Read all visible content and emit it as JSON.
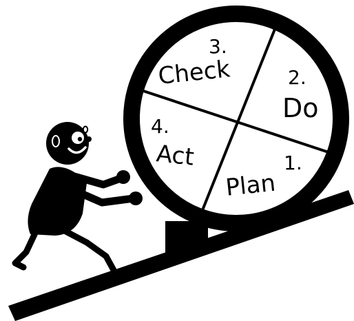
{
  "colors": {
    "ink": "#000000",
    "paper": "#ffffff"
  },
  "cycle": {
    "segments": [
      {
        "number": "1.",
        "label": "Plan"
      },
      {
        "number": "2.",
        "label": "Do"
      },
      {
        "number": "3.",
        "label": "Check"
      },
      {
        "number": "4.",
        "label": "Act"
      }
    ]
  },
  "icons": {
    "figure": "stick-figure-pushing-icon",
    "wedge": "wheel-chock-icon",
    "slope": "incline-ramp-icon"
  }
}
